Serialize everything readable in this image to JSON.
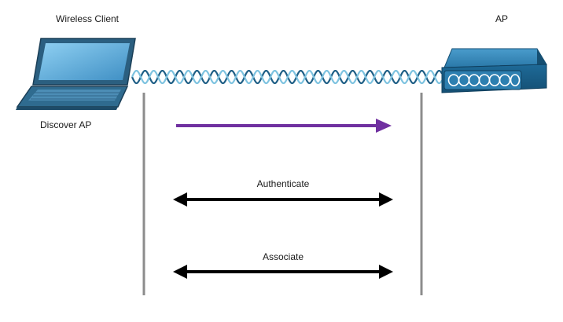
{
  "diagram": {
    "client_label": "Wireless Client",
    "ap_label": "AP",
    "discover_label": "Discover AP",
    "authenticate_label": "Authenticate",
    "associate_label": "Associate"
  },
  "colors": {
    "discover_arrow": "#7030a0",
    "exchange_arrow": "#000000",
    "timeline": "#8c8c8c",
    "wave_dark": "#1f5f86",
    "wave_light": "#7ec3e0",
    "ap_body": "#1f6e9e",
    "laptop_body": "#2b5f80",
    "laptop_screen": "#5aaee0"
  },
  "icons": {
    "client": "laptop-icon",
    "ap": "access-point-icon",
    "wireless_link": "wireless-signal-icon"
  }
}
